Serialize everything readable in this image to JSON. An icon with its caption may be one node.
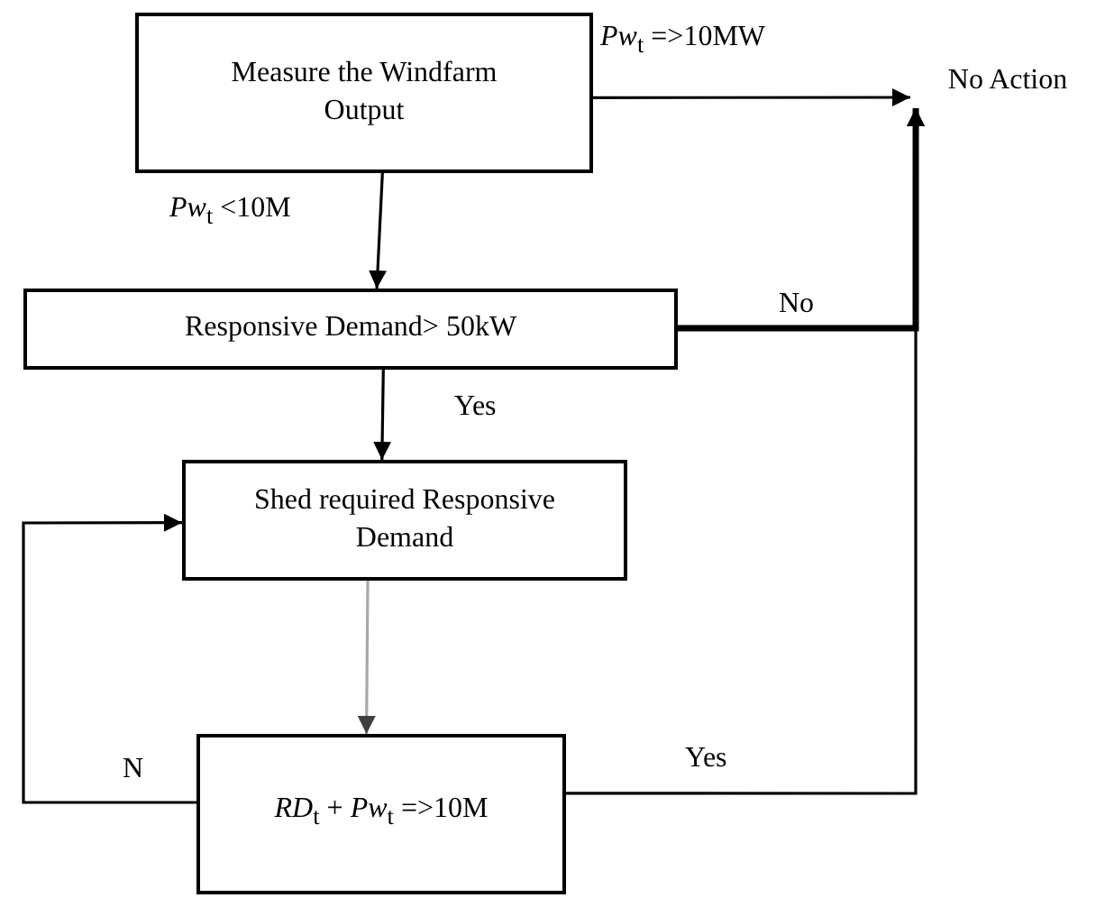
{
  "diagram": {
    "nodes": [
      {
        "text": [
          "Measure the Windfarm Output"
        ]
      },
      {
        "text": [
          "Responsive Demand> 50kW"
        ]
      },
      {
        "text": [
          "Shed required Responsive Demand"
        ]
      },
      {
        "text": [
          "*RD*$_{t}$ + *Pw*$_{t}$ =>10M"
        ]
      },
      {
        "text": [
          "No Action"
        ]
      }
    ],
    "edges": [
      {
        "from": 0,
        "to": 4,
        "arrow": "to",
        "label": "*Pw*$_{t}$ =>10MW"
      },
      {
        "from": 0,
        "to": 1,
        "arrow": "to",
        "label": "*Pw*$_{t}$ <10M"
      },
      {
        "from": 1,
        "to": 4,
        "arrow": "to",
        "label": "No",
        "style": "thick"
      },
      {
        "from": 1,
        "to": 2,
        "arrow": "to",
        "label": "Yes"
      },
      {
        "from": 2,
        "to": 3,
        "arrow": "to",
        "color": "#a8a8a8"
      },
      {
        "from": 3,
        "to": 2,
        "arrow": "to",
        "label": "N"
      },
      {
        "from": 3,
        "to": 4,
        "arrow": "to",
        "label": "Yes"
      }
    ]
  }
}
